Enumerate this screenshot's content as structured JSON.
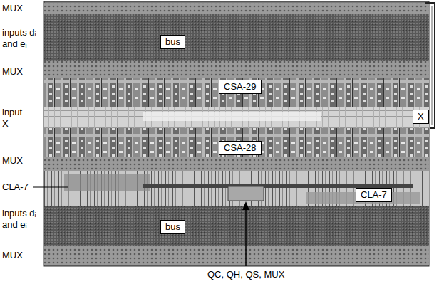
{
  "diagram": {
    "nodes": [
      {
        "text": [
          "bus"
        ]
      },
      {
        "text": [
          "CSA-29"
        ]
      },
      {
        "text": [
          "X"
        ]
      },
      {
        "text": [
          "CSA-28"
        ]
      },
      {
        "text": [
          "CLA-7"
        ]
      },
      {
        "text": [
          "bus"
        ]
      }
    ],
    "labels": [
      "MUX",
      "inputs dᵢ and eᵢ",
      "MUX",
      "input X",
      "MUX",
      "CLA-7",
      "inputs dᵢ and eᵢ",
      "MUX",
      "QC, QH, QS, MUX"
    ]
  }
}
